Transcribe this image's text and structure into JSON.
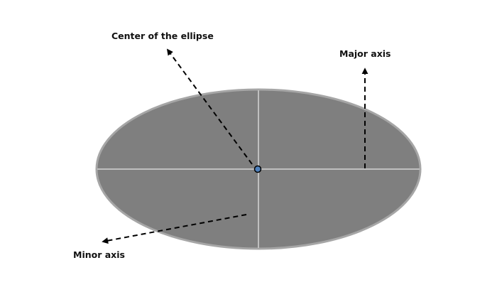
{
  "labels": {
    "center": "Center of the ellipse",
    "major": "Major axis",
    "minor": "Minor axis"
  },
  "colors": {
    "ellipse_fill": "#7f7f7f",
    "ellipse_outline": "#a6a6a6",
    "axis_lines": "#c0c0c0",
    "center_dot": "#4f81bd",
    "arrows": "#000000"
  }
}
